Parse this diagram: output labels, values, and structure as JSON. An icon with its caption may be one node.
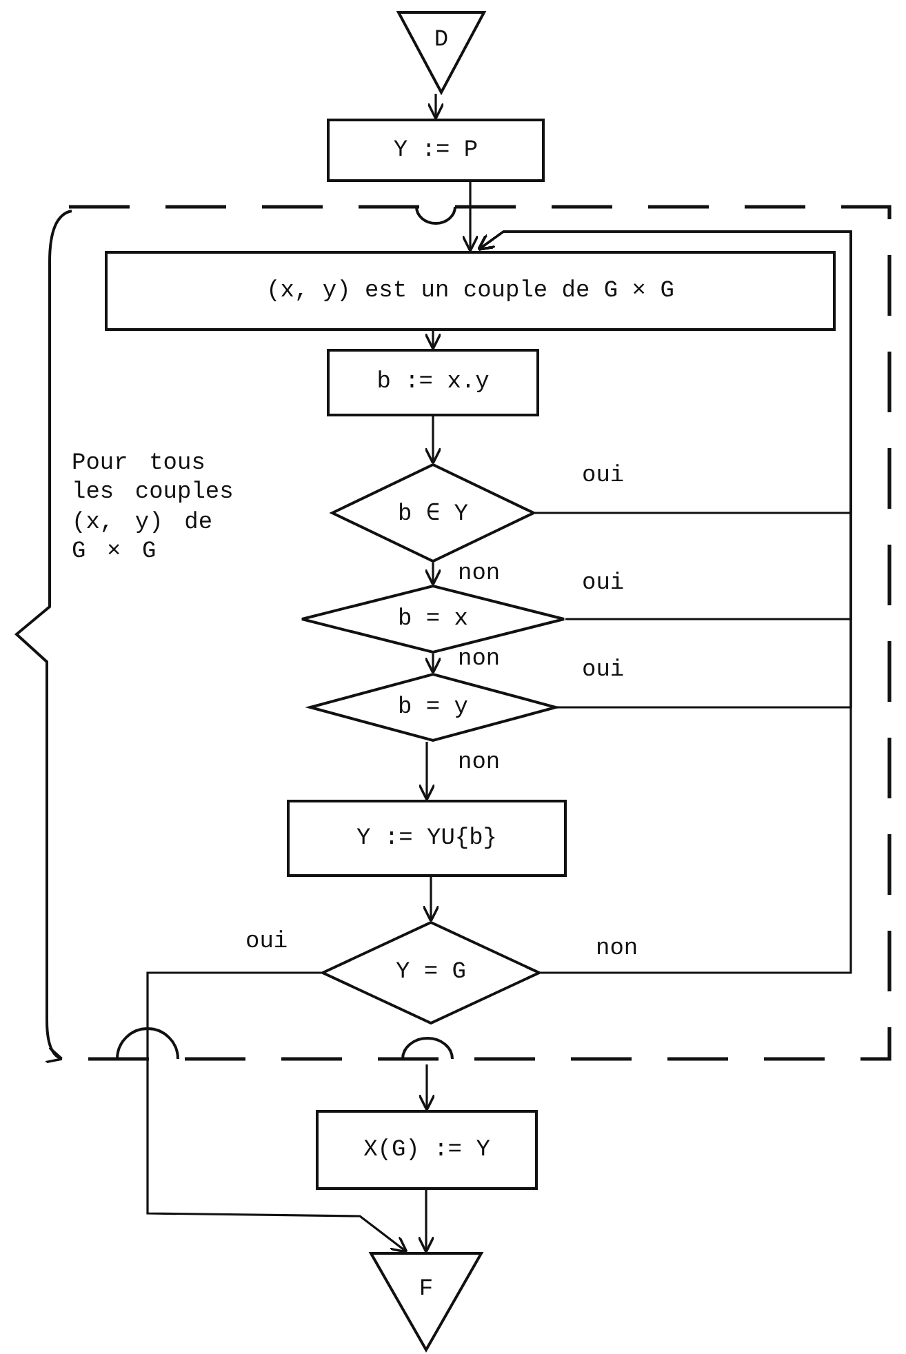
{
  "diagram": {
    "nodes": [
      {
        "text": [
          "D"
        ]
      },
      {
        "text": [
          "Y := P"
        ]
      },
      {
        "text": [
          "(x, y) est un couple de G × G"
        ]
      },
      {
        "text": [
          "b := x.y"
        ]
      },
      {
        "text": [
          "b ∈ Y"
        ]
      },
      {
        "text": [
          "b = x"
        ]
      },
      {
        "text": [
          "b = y"
        ]
      },
      {
        "text": [
          "Y := YU{b}"
        ]
      },
      {
        "text": [
          "Y = G"
        ]
      },
      {
        "text": [
          "X(G) := Y"
        ]
      },
      {
        "text": [
          "F"
        ]
      }
    ],
    "edges": [
      {
        "from": 0,
        "to": 1,
        "arrow": "to"
      },
      {
        "from": 1,
        "to": 2,
        "arrow": "to"
      },
      {
        "from": 2,
        "to": 3,
        "arrow": "to"
      },
      {
        "from": 3,
        "to": 4,
        "arrow": "to"
      },
      {
        "from": 4,
        "to": 2,
        "arrow": "to",
        "label": "oui"
      },
      {
        "from": 4,
        "to": 5,
        "arrow": "to",
        "label": "non"
      },
      {
        "from": 5,
        "to": 2,
        "arrow": "to",
        "label": "oui"
      },
      {
        "from": 5,
        "to": 6,
        "arrow": "to",
        "label": "non"
      },
      {
        "from": 6,
        "to": 2,
        "arrow": "to",
        "label": "oui"
      },
      {
        "from": 6,
        "to": 7,
        "arrow": "to",
        "label": "non"
      },
      {
        "from": 7,
        "to": 8,
        "arrow": "to"
      },
      {
        "from": 8,
        "to": 2,
        "arrow": "to",
        "label": "non"
      },
      {
        "from": 8,
        "to": 10,
        "arrow": "to",
        "label": "oui"
      },
      {
        "from": null,
        "to": 9,
        "arrow": "to"
      },
      {
        "from": 9,
        "to": 10,
        "arrow": "to"
      }
    ],
    "labels": [
      "Pour tous les couples (x, y) de G × G"
    ]
  }
}
